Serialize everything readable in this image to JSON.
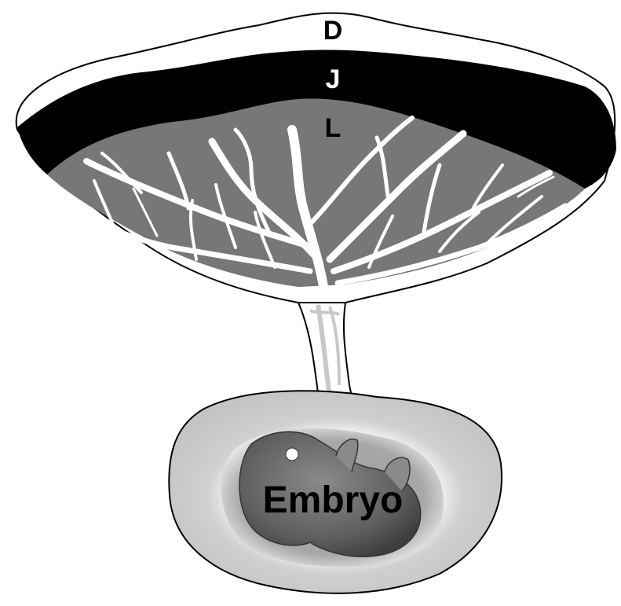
{
  "labels": {
    "decidua": "D",
    "junctional_zone": "J",
    "labyrinth": "L",
    "embryo": "Embryo"
  },
  "colors": {
    "decidua_fill": "#ffffff",
    "junctional_fill": "#000000",
    "labyrinth_fill": "#777777",
    "vessel_fill": "#ffffff",
    "cord_fill": "#ffffff",
    "cord_inner": "#c8c8c8",
    "sac_outer": "#dcdcdc",
    "sac_ring": "#f4f4f4",
    "amnion": "#b0b0b0",
    "embryo_body": "#6a6a6a",
    "outline": "#000000"
  }
}
